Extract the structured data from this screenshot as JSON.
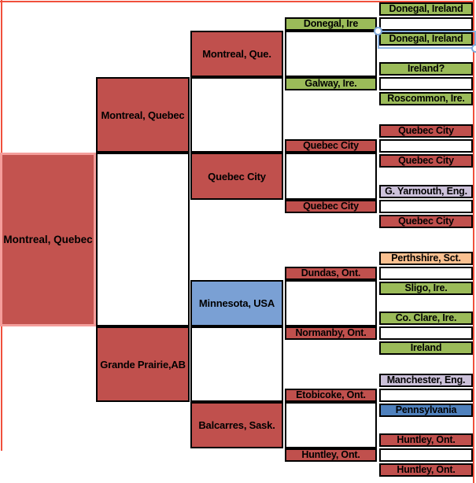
{
  "colors": {
    "red": "#C0504D",
    "green": "#9BBB59",
    "blue": "#4F81BD",
    "blue_light": "#7AA0D4",
    "purple": "#CCC1DA",
    "peach": "#FAC090",
    "root_fill": "#C3534F",
    "root_border": "#F49E9B",
    "frame": "#F0503C",
    "selection": "#8DB4E2"
  },
  "tree": {
    "gen1": [
      {
        "label": "Montreal, Quebec",
        "color": "root"
      }
    ],
    "gen2": [
      {
        "label": "Montreal, Quebec",
        "color": "red"
      },
      {
        "label": "Grande Prairie,AB",
        "color": "red"
      }
    ],
    "gen3": [
      {
        "label": "Montreal, Que.",
        "color": "red"
      },
      {
        "label": "Quebec City",
        "color": "red"
      },
      {
        "label": "Minnesota, USA",
        "color": "blue_light"
      },
      {
        "label": "Balcarres, Sask.",
        "color": "red"
      }
    ],
    "gen4": [
      {
        "label": "Donegal, Ire",
        "color": "green"
      },
      {
        "label": "Galway, Ire.",
        "color": "green"
      },
      {
        "label": "Quebec City",
        "color": "red"
      },
      {
        "label": "Quebec City",
        "color": "red"
      },
      {
        "label": "Dundas, Ont.",
        "color": "red"
      },
      {
        "label": "Normanby, Ont.",
        "color": "red"
      },
      {
        "label": "Etobicoke, Ont.",
        "color": "red"
      },
      {
        "label": "Huntley, Ont.",
        "color": "red"
      }
    ],
    "gen5": [
      {
        "label": "Donegal, Ireland",
        "color": "green"
      },
      {
        "label": "Donegal, Ireland",
        "color": "green",
        "selected": true
      },
      {
        "label": "Ireland?",
        "color": "green"
      },
      {
        "label": "Roscommon, Ire.",
        "color": "green"
      },
      {
        "label": "Quebec City",
        "color": "red"
      },
      {
        "label": "Quebec City",
        "color": "red"
      },
      {
        "label": "G. Yarmouth, Eng.",
        "color": "purple"
      },
      {
        "label": "Quebec City",
        "color": "red"
      },
      {
        "label": "Perthshire, Sct.",
        "color": "peach"
      },
      {
        "label": "Sligo, Ire.",
        "color": "green"
      },
      {
        "label": "Co. Clare, Ire.",
        "color": "green"
      },
      {
        "label": "Ireland",
        "color": "green"
      },
      {
        "label": "Manchester, Eng.",
        "color": "purple"
      },
      {
        "label": "Pennsylvania",
        "color": "blue"
      },
      {
        "label": "Huntley, Ont.",
        "color": "red"
      },
      {
        "label": "Huntley, Ont.",
        "color": "red"
      }
    ]
  }
}
